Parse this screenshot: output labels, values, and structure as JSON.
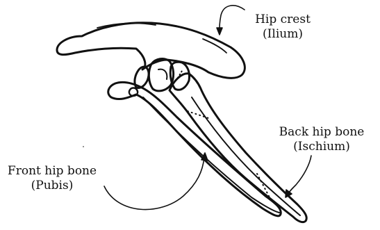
{
  "labels": {
    "ilium": {
      "line1": "Hip crest",
      "line2": "(Ilium)"
    },
    "ischium": {
      "line1": "Back hip bone",
      "line2": "(Ischium)"
    },
    "pubis": {
      "line1": "Front hip bone",
      "line2": "(Pubis)"
    }
  },
  "colors": {
    "ink": "#111111",
    "background": "#ffffff"
  }
}
